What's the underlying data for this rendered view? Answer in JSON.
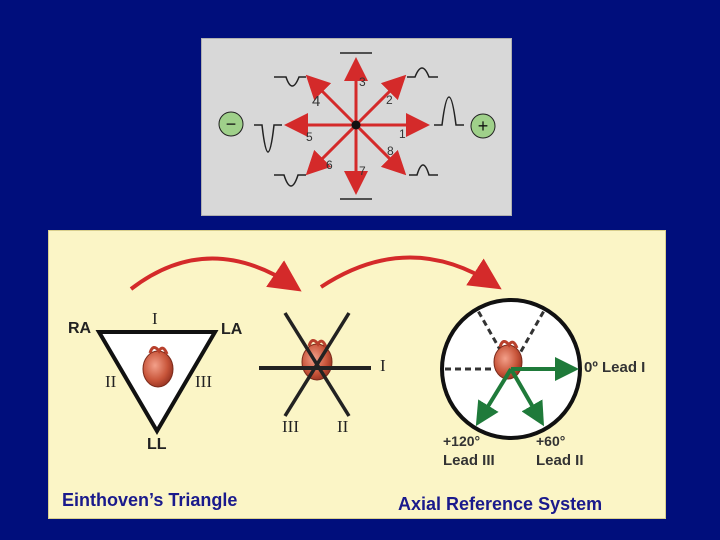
{
  "top_panel": {
    "negative_pole": "−",
    "positive_pole": "+",
    "numbers": [
      "1",
      "2",
      "3",
      "4",
      "5",
      "6",
      "7",
      "8"
    ]
  },
  "triangle": {
    "ra": "RA",
    "la": "LA",
    "ll": "LL",
    "lead_i": "I",
    "lead_ii": "II",
    "lead_iii": "III",
    "caption": "Einthoven’s Triangle"
  },
  "hexaxial": {
    "lead_i": "I",
    "lead_ii": "II",
    "lead_iii": "III"
  },
  "axial": {
    "label_0": "0º Lead I",
    "label_120_deg": "+120°",
    "label_120_lead": "Lead III",
    "label_60_deg": "+60°",
    "label_60_lead": "Lead II",
    "caption": "Axial Reference System"
  },
  "colors": {
    "background": "#000e7c",
    "arrow_red": "#d42a2a",
    "lead_green": "#1f7a3a",
    "pole_green": "#9fd08a",
    "caption_blue": "#1a1a8c"
  }
}
